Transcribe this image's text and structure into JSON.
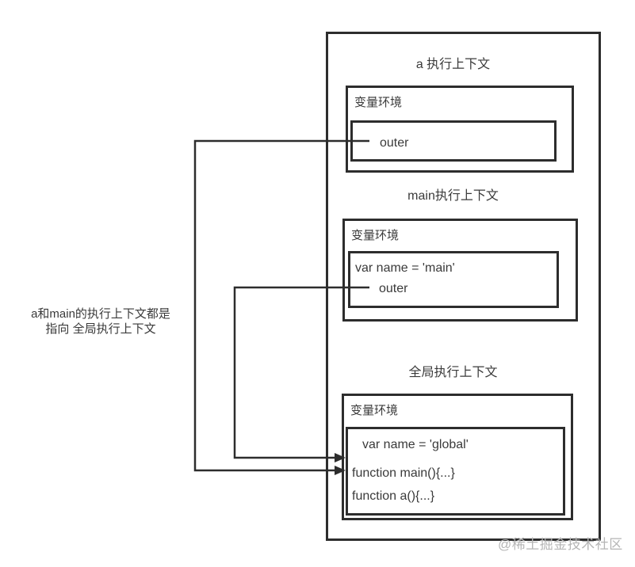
{
  "diagram": {
    "colors": {
      "line": "#2d2d2d",
      "text": "#3a3a3a",
      "watermark": "#b5b5b5"
    },
    "note": {
      "line1": "a和main的执行上下文都是",
      "line2": "指向 全局执行上下文"
    },
    "watermark": "@稀土掘金技术社区",
    "sections": [
      {
        "title": "a 执行上下文",
        "env_label": "变量环境",
        "entries": [
          "outer"
        ]
      },
      {
        "title": "main执行上下文",
        "env_label": "变量环境",
        "entries": [
          "var name = 'main'",
          "outer"
        ]
      },
      {
        "title": "全局执行上下文",
        "env_label": "变量环境",
        "entries": [
          "var name = 'global'",
          "function main(){...}",
          "function a(){...}"
        ]
      }
    ]
  }
}
